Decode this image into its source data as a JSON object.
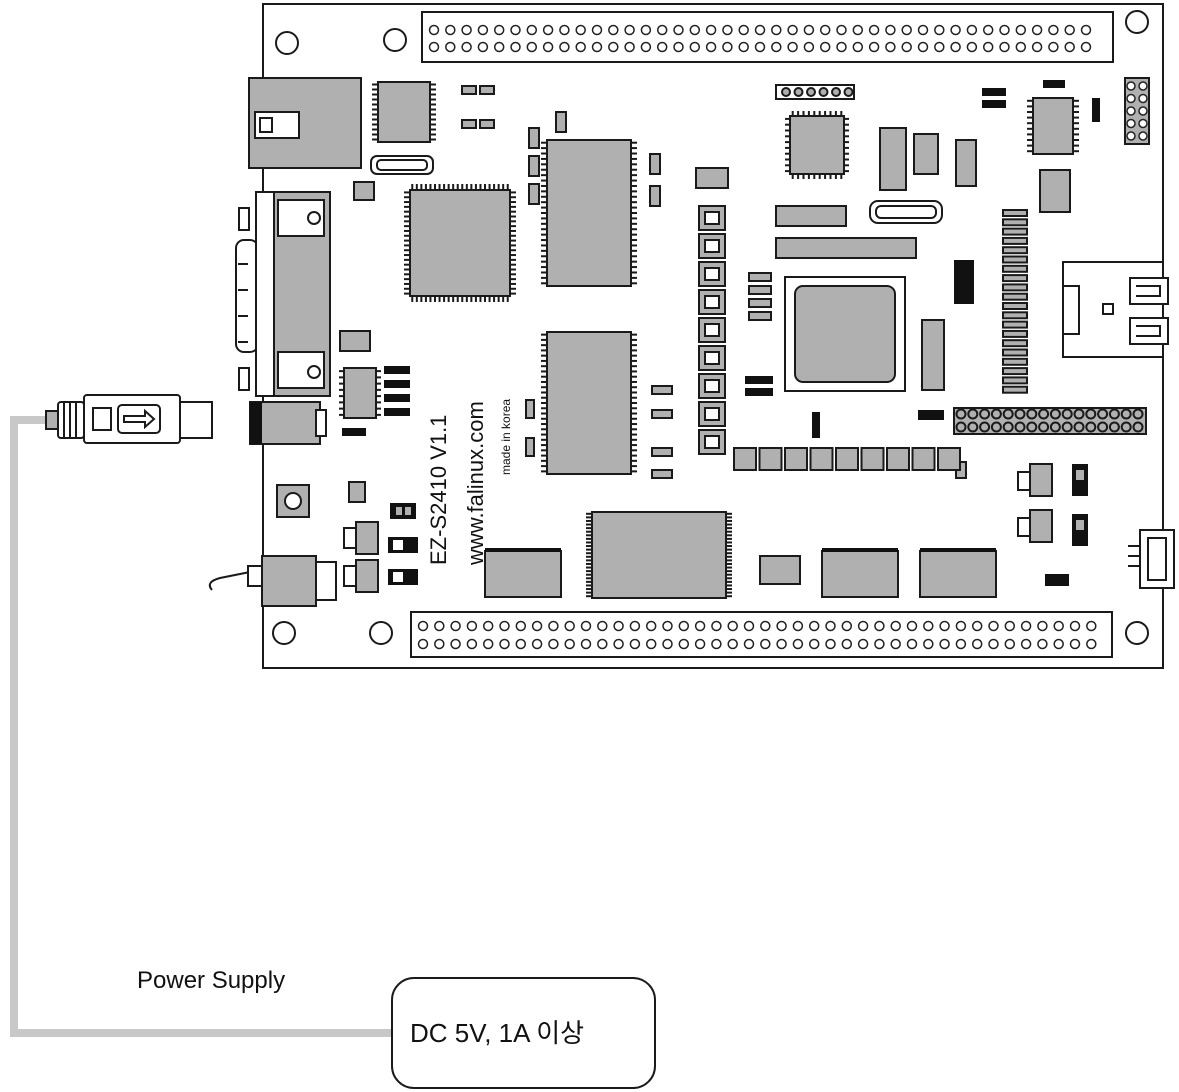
{
  "board": {
    "model_label": "EZ-S2410  V1.1",
    "url_label": "www.falinux.com",
    "origin_label": "made in korea"
  },
  "power": {
    "caption": "Power Supply",
    "spec": "DC 5V, 1A 이상"
  },
  "colors": {
    "chip_fill": "#b0b0b0",
    "outline": "#1a1a1a",
    "cable": "#c8c8c8"
  }
}
